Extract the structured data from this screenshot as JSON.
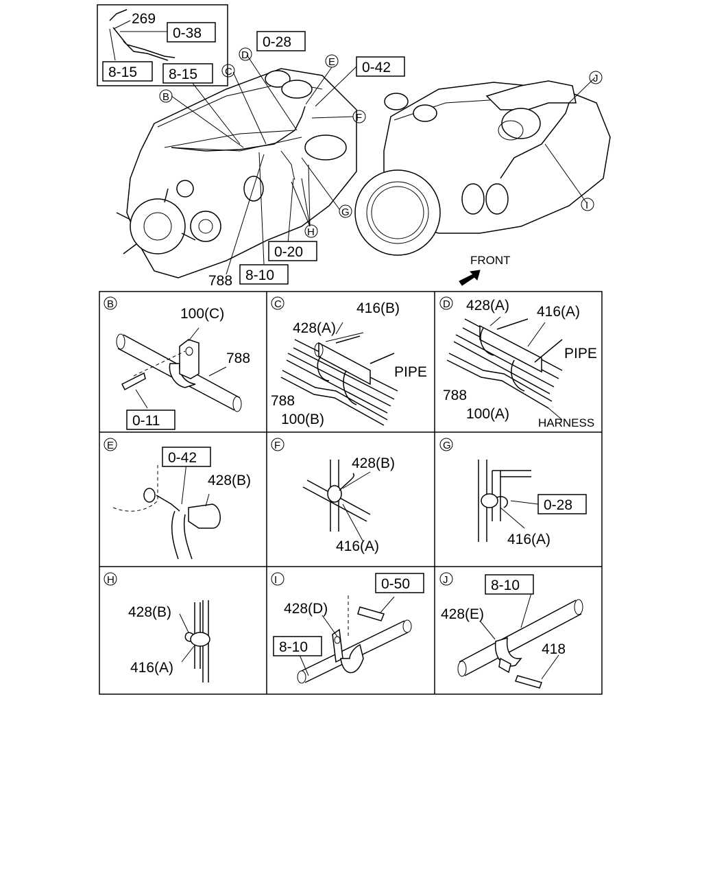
{
  "front_label": "FRONT",
  "main": {
    "inset_labels": {
      "p269": "269",
      "b038": "0-38",
      "b815": "8-15"
    },
    "labels": {
      "b028": "0-28",
      "b042": "0-42",
      "b815": "8-15",
      "b020": "0-20",
      "b810": "8-10",
      "p788": "788",
      "B": "B",
      "C": "C",
      "D": "D",
      "E": "E",
      "F": "F",
      "G": "G",
      "H": "H",
      "I": "I",
      "J": "J"
    }
  },
  "panels": {
    "B": {
      "letter": "B",
      "l1": "100(C)",
      "l2": "788",
      "box": "0-11"
    },
    "C": {
      "letter": "C",
      "l1": "416(B)",
      "l2": "428(A)",
      "l3": "PIPE",
      "l4": "788",
      "l5": "100(B)"
    },
    "D": {
      "letter": "D",
      "l1": "428(A)",
      "l2": "416(A)",
      "l3": "PIPE",
      "l4": "788",
      "l5": "100(A)",
      "l6": "HARNESS"
    },
    "E": {
      "letter": "E",
      "box": "0-42",
      "l1": "428(B)"
    },
    "F": {
      "letter": "F",
      "l1": "428(B)",
      "l2": "416(A)"
    },
    "G": {
      "letter": "G",
      "box": "0-28",
      "l1": "416(A)"
    },
    "H": {
      "letter": "H",
      "l1": "428(B)",
      "l2": "416(A)"
    },
    "I": {
      "letter": "I",
      "box1": "0-50",
      "l1": "428(D)",
      "box2": "8-10"
    },
    "J": {
      "letter": "J",
      "box": "8-10",
      "l1": "428(E)",
      "l2": "418"
    }
  }
}
